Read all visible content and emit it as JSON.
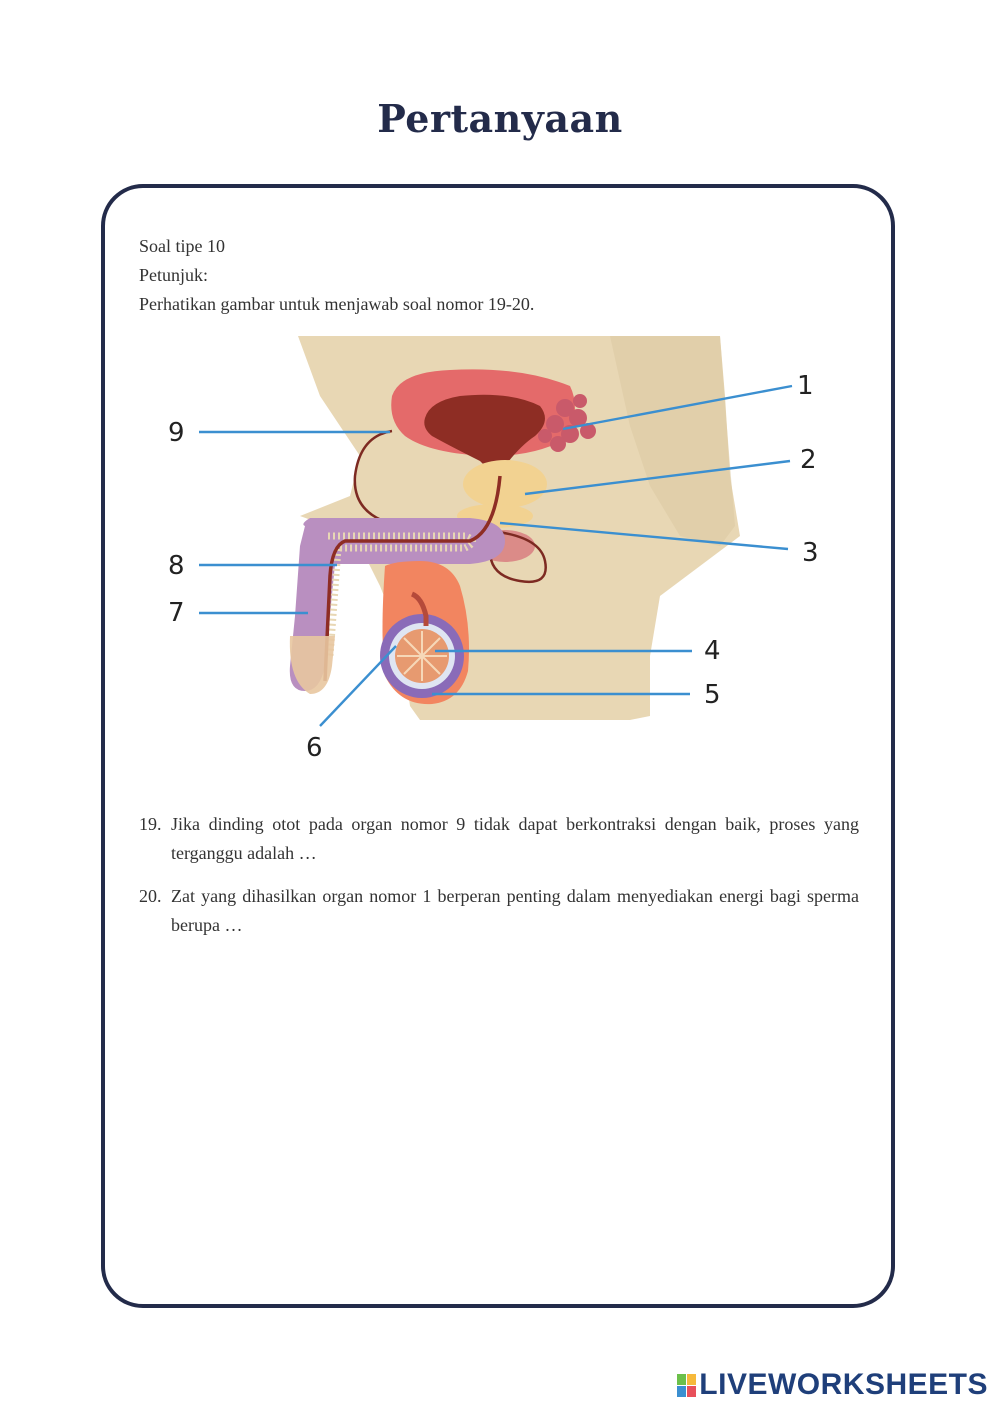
{
  "page": {
    "title": "Pertanyaan"
  },
  "intro": {
    "line1": "Soal tipe 10",
    "line2": "Petunjuk:",
    "line3": "Perhatikan gambar untuk menjawab soal nomor 19-20."
  },
  "diagram": {
    "labels": [
      "1",
      "2",
      "3",
      "4",
      "5",
      "6",
      "7",
      "8",
      "9"
    ]
  },
  "questions": [
    {
      "number": "19.",
      "text": "Jika dinding otot pada organ nomor 9 tidak dapat berkontraksi dengan baik, proses yang terganggu adalah …"
    },
    {
      "number": "20.",
      "text": "Zat yang dihasilkan organ nomor 1 berperan penting dalam menyediakan energi bagi sperma berupa …"
    }
  ],
  "footer": {
    "brand": "LIVEWORKSHEETS"
  },
  "colors": {
    "title": "#232b4a",
    "pointer": "#3b8fd0",
    "skin": "#e8d7b4",
    "brand": "#1f3f7a"
  }
}
